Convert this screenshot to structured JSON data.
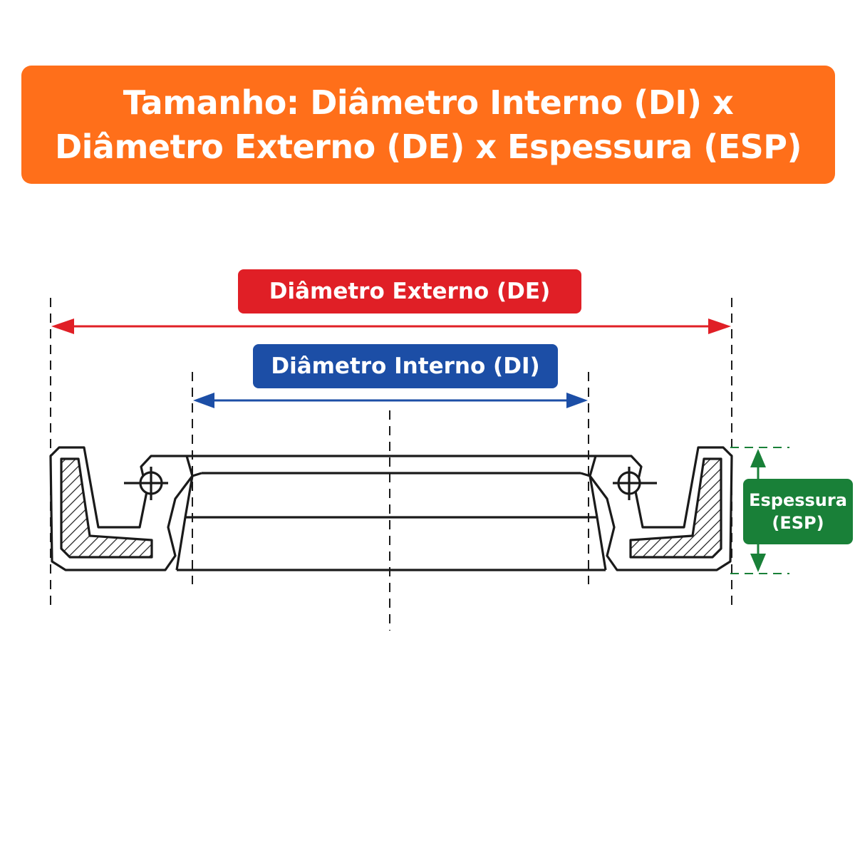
{
  "banner": {
    "line1": "Tamanho: Diâmetro Interno (DI) x",
    "line2": "Diâmetro Externo (DE) x Espessura (ESP)"
  },
  "labels": {
    "outer_diameter": "Diâmetro Externo (DE)",
    "inner_diameter": "Diâmetro Interno (DI)",
    "thickness_line1": "Espessura",
    "thickness_line2": "(ESP)"
  },
  "colors": {
    "banner": "#ff6f1a",
    "outer_diameter": "#e01f26",
    "inner_diameter": "#1c4ea6",
    "thickness": "#198038",
    "drawing": "#1a1a1a"
  }
}
